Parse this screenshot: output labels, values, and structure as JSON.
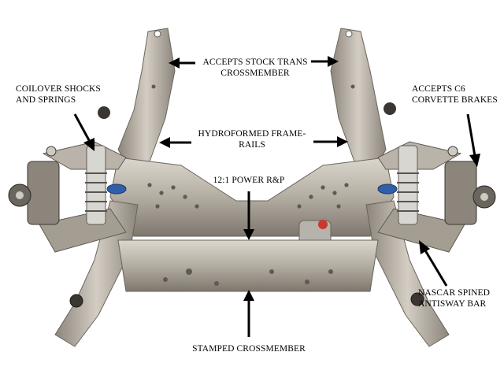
{
  "labels": {
    "trans_crossmember": [
      "ACCEPTS STOCK TRANS",
      "CROSSMEMBER"
    ],
    "coilover": [
      "COILOVER SHOCKS",
      "AND SPRINGS"
    ],
    "brakes": [
      "ACCEPTS C6",
      "CORVETTE BRAKES"
    ],
    "frame_rails": [
      "HYDROFORMED FRAME-",
      "RAILS"
    ],
    "power_rp": [
      "12:1 POWER R&P"
    ],
    "antisway": [
      "NASCAR SPINED",
      "ANTISWAY BAR"
    ],
    "stamped": [
      "STAMPED CROSSMEMBER"
    ]
  },
  "colors": {
    "background": "#ffffff",
    "metal_light": "#c9c3b8",
    "metal_mid": "#a39d92",
    "metal_dark": "#5f5a53",
    "arrow": "#000000",
    "accent_blue": "#2f5fa8"
  }
}
